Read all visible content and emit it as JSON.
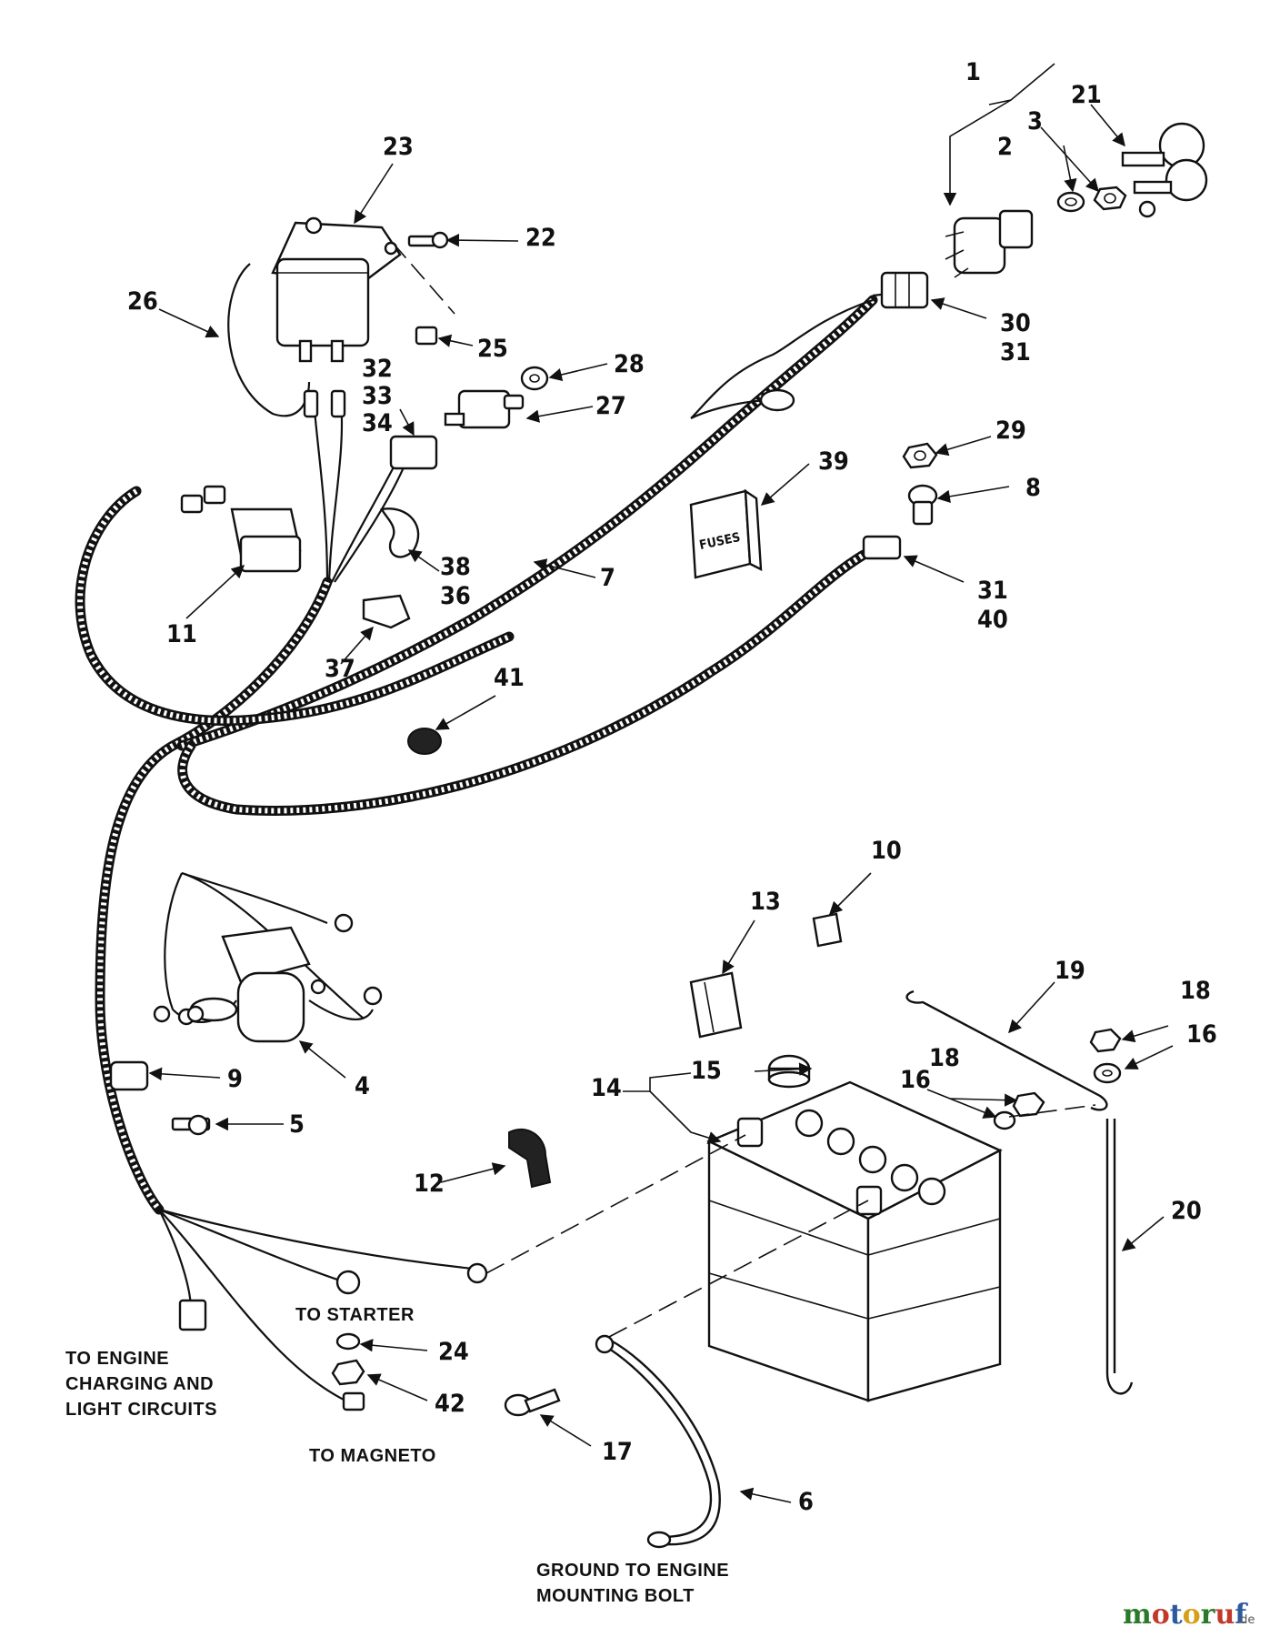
{
  "callouts": [
    {
      "key": "c1",
      "text": "1"
    },
    {
      "key": "c2",
      "text": "2"
    },
    {
      "key": "c3",
      "text": "3"
    },
    {
      "key": "c21",
      "text": "21"
    },
    {
      "key": "c23",
      "text": "23"
    },
    {
      "key": "c22",
      "text": "22"
    },
    {
      "key": "c26",
      "text": "26"
    },
    {
      "key": "c25",
      "text": "25"
    },
    {
      "key": "c30",
      "text": "30"
    },
    {
      "key": "c31a",
      "text": "31"
    },
    {
      "key": "c28",
      "text": "28"
    },
    {
      "key": "c32",
      "text": "32"
    },
    {
      "key": "c33",
      "text": "33"
    },
    {
      "key": "c34",
      "text": "34"
    },
    {
      "key": "c27",
      "text": "27"
    },
    {
      "key": "c29",
      "text": "29"
    },
    {
      "key": "c39",
      "text": "39"
    },
    {
      "key": "c8",
      "text": "8"
    },
    {
      "key": "c38",
      "text": "38"
    },
    {
      "key": "c36",
      "text": "36"
    },
    {
      "key": "c7",
      "text": "7"
    },
    {
      "key": "c31b",
      "text": "31"
    },
    {
      "key": "c40",
      "text": "40"
    },
    {
      "key": "c11",
      "text": "11"
    },
    {
      "key": "c37",
      "text": "37"
    },
    {
      "key": "c41",
      "text": "41"
    },
    {
      "key": "c10",
      "text": "10"
    },
    {
      "key": "c13",
      "text": "13"
    },
    {
      "key": "c19",
      "text": "19"
    },
    {
      "key": "c18a",
      "text": "18"
    },
    {
      "key": "c16a",
      "text": "16"
    },
    {
      "key": "c4",
      "text": "4"
    },
    {
      "key": "c9",
      "text": "9"
    },
    {
      "key": "c15",
      "text": "15"
    },
    {
      "key": "c14",
      "text": "14"
    },
    {
      "key": "c18b",
      "text": "18"
    },
    {
      "key": "c16b",
      "text": "16"
    },
    {
      "key": "c5",
      "text": "5"
    },
    {
      "key": "c12",
      "text": "12"
    },
    {
      "key": "c20",
      "text": "20"
    },
    {
      "key": "c24",
      "text": "24"
    },
    {
      "key": "c42",
      "text": "42"
    },
    {
      "key": "c17",
      "text": "17"
    },
    {
      "key": "c6",
      "text": "6"
    }
  ],
  "captions": {
    "to_starter": "TO STARTER",
    "to_engine_1": "TO ENGINE",
    "to_engine_2": "CHARGING AND",
    "to_engine_3": "LIGHT CIRCUITS",
    "to_magneto": "TO MAGNETO",
    "ground_1": "GROUND TO ENGINE",
    "ground_2": "MOUNTING BOLT",
    "fuses": "FUSES"
  },
  "brand": {
    "name_m": "m",
    "name_o1": "o",
    "name_t": "t",
    "name_o2": "o",
    "name_r": "r",
    "name_u": "u",
    "name_f": "f",
    "suffix": ".de",
    "colors": {
      "m": "#2a7a2a",
      "o1": "#c0392b",
      "t": "#2c5aa0",
      "o2": "#d4a017",
      "r": "#2a7a2a",
      "u": "#c0392b",
      "f": "#2c5aa0"
    }
  }
}
